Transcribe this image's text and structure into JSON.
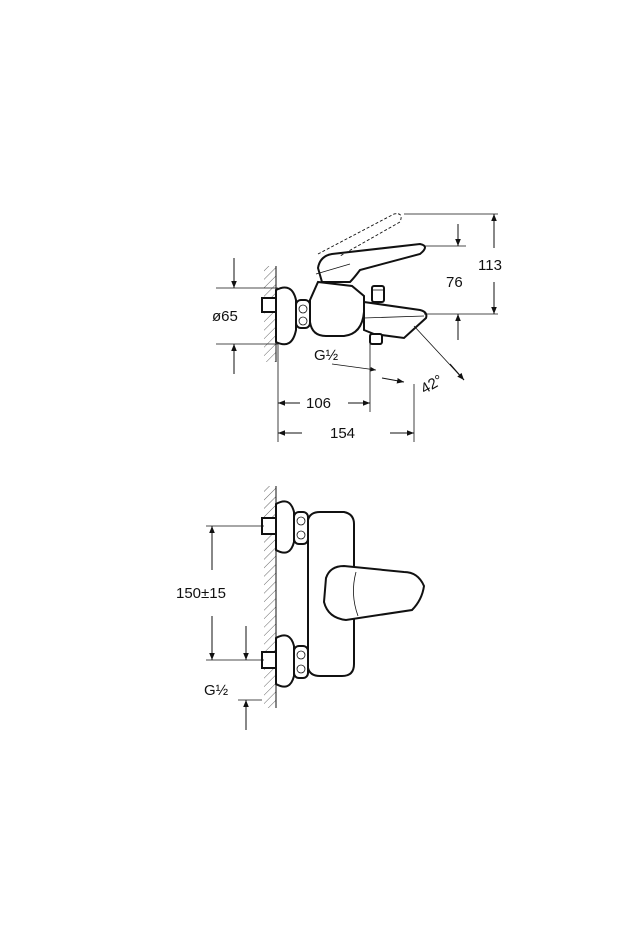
{
  "side_view": {
    "dim_diameter": "ø65",
    "dim_thread": "G½",
    "dim_depth_inner": "106",
    "dim_depth_total": "154",
    "dim_height_spout": "76",
    "dim_height_total": "113",
    "dim_angle": "42°"
  },
  "front_view": {
    "dim_spacing": "150±15",
    "dim_thread": "G½"
  }
}
